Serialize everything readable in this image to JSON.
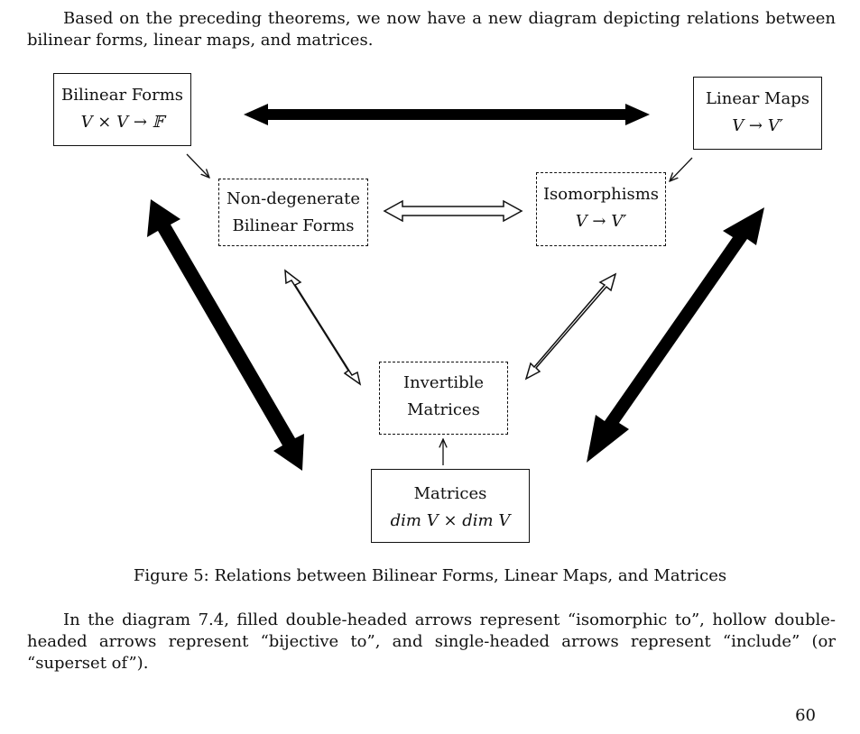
{
  "intro_text": "Based on the preceding theorems, we now have a new diagram depicting relations between bilinear forms, linear maps, and matrices.",
  "nodes": {
    "bilinear_forms": {
      "title": "Bilinear Forms",
      "sub": "V × V → 𝔽"
    },
    "linear_maps": {
      "title": "Linear Maps",
      "sub": "V → V′"
    },
    "nondegenerate": {
      "title": "Non-degenerate",
      "sub": "Bilinear Forms"
    },
    "isomorphisms": {
      "title": "Isomorphisms",
      "sub": "V → V′"
    },
    "invertible": {
      "title": "Invertible",
      "sub": "Matrices"
    },
    "matrices": {
      "title": "Matrices",
      "sub": "dim V × dim V"
    }
  },
  "caption": "Figure 5: Relations between Bilinear Forms, Linear Maps, and Matrices",
  "explain_text": "In the diagram 7.4, filled double-headed arrows represent “isomorphic to”, hollow double-headed arrows represent “bijective to”, and single-headed arrows represent “include” (or “superset of”).",
  "page_number": "60"
}
